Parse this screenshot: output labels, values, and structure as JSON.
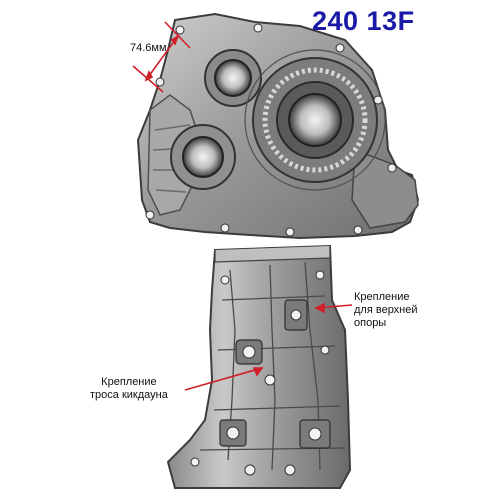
{
  "document": {
    "title": "240 13F",
    "dimension_label": "74.6мм",
    "callouts": {
      "upper_mount": [
        "Крепление",
        "для верхней",
        "опоры"
      ],
      "kickdown_cable": [
        "Крепление",
        "троса кикдауна"
      ]
    }
  },
  "colors": {
    "title": "#1a1aa6",
    "dimension_arrow": "#d0202a",
    "callout_line": "#d0202a"
  },
  "icons": {
    "dimension_arrow": "red-dimension-arrow-icon",
    "callout_leader": "red-leader-line-icon"
  }
}
